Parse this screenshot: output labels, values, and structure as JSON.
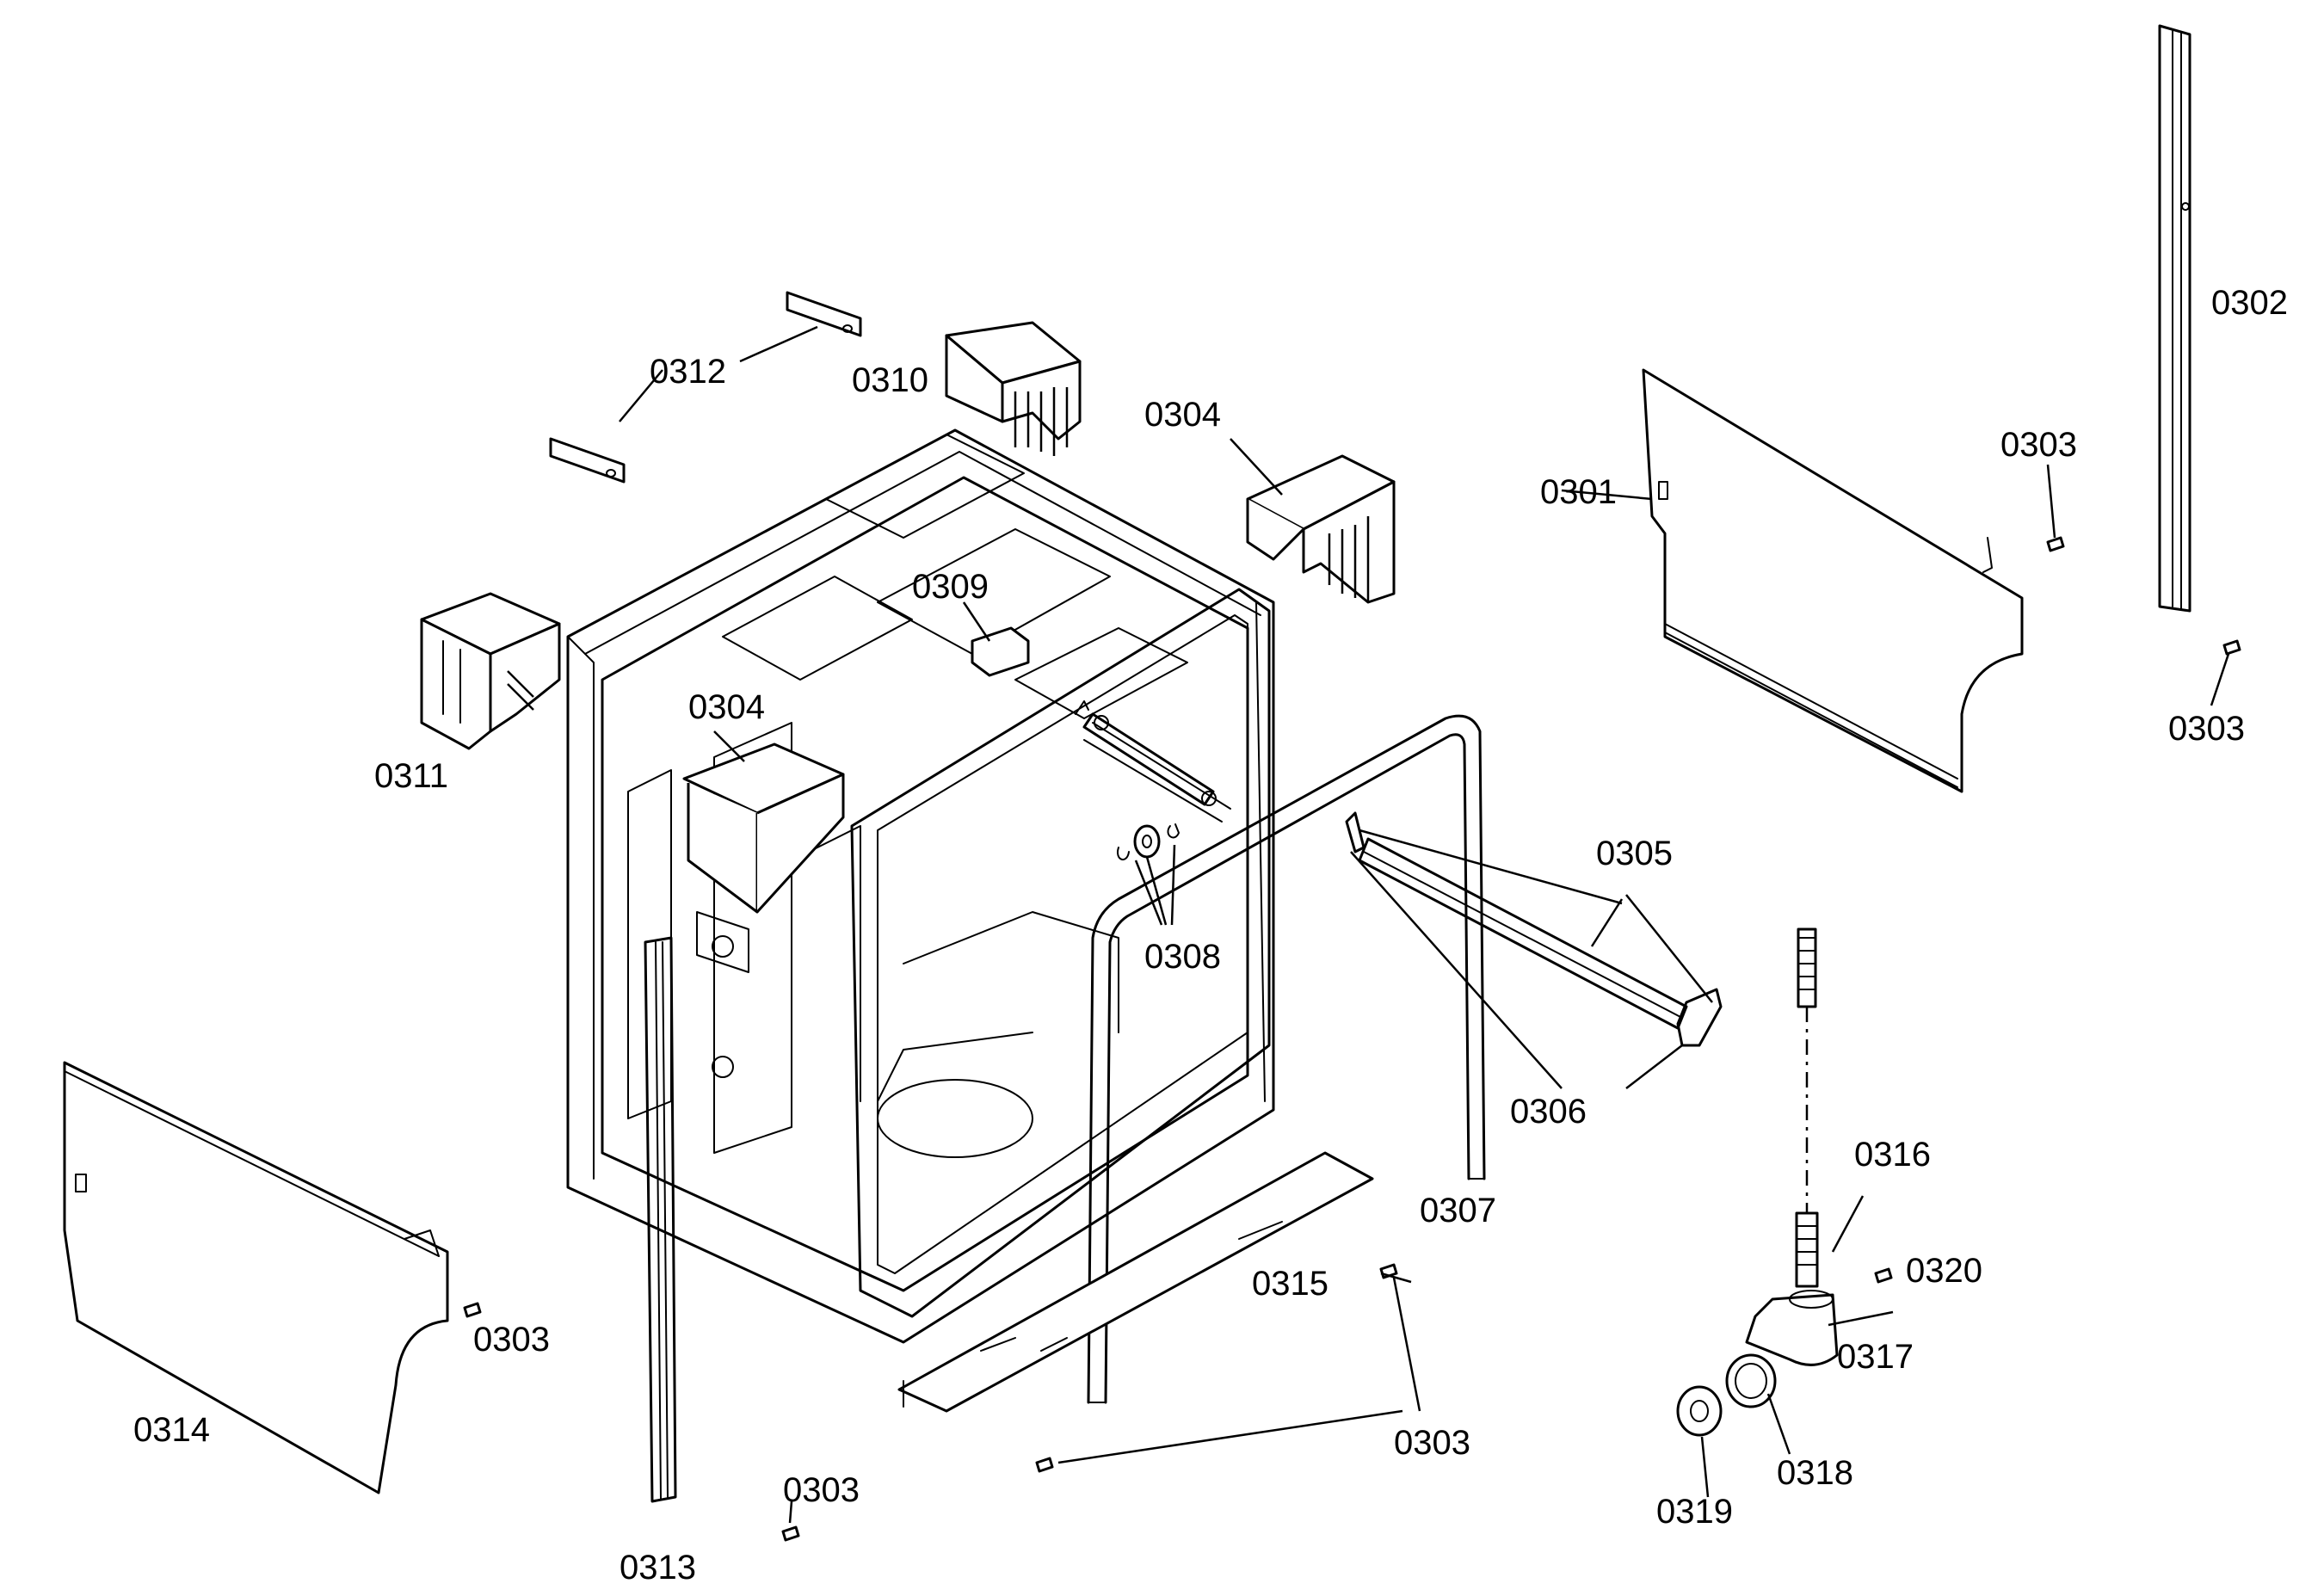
{
  "labels": {
    "p0301": "0301",
    "p0302": "0302",
    "p0303_a": "0303",
    "p0303_b": "0303",
    "p0303_c": "0303",
    "p0303_d": "0303",
    "p0303_e": "0303",
    "p0304_a": "0304",
    "p0304_b": "0304",
    "p0305": "0305",
    "p0306": "0306",
    "p0307": "0307",
    "p0308": "0308",
    "p0309": "0309",
    "p0310": "0310",
    "p0311": "0311",
    "p0312": "0312",
    "p0313": "0313",
    "p0314": "0314",
    "p0315": "0315",
    "p0316": "0316",
    "p0317": "0317",
    "p0318": "0318",
    "p0319": "0319",
    "p0320": "0320"
  }
}
